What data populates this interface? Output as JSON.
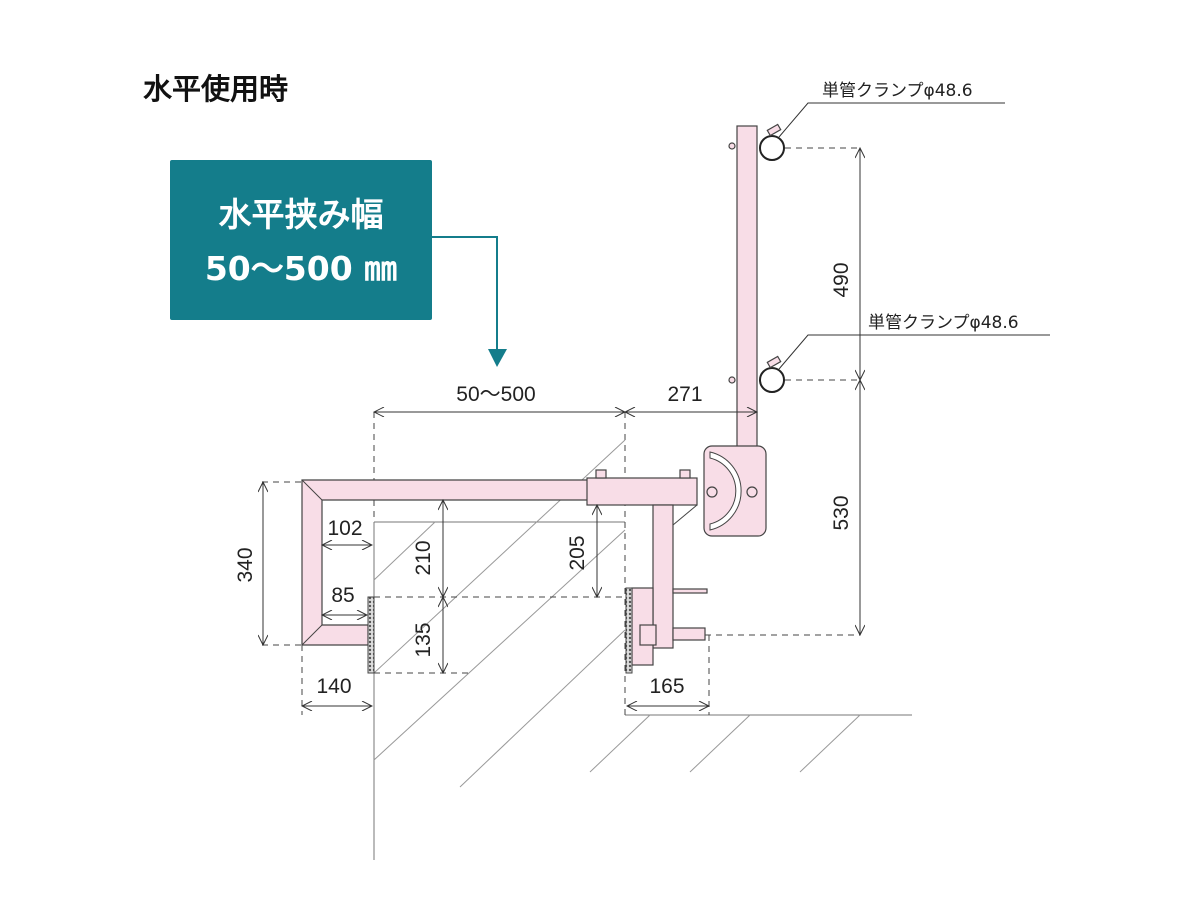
{
  "title": "水平使用時",
  "badge": {
    "line1": "水平挟み幅",
    "line2": "50〜500 ㎜",
    "color": "#147d8b"
  },
  "labels": {
    "clamp_top": "単管クランプφ48.6",
    "clamp_bottom": "単管クランプφ48.6"
  },
  "dimensions": {
    "span": "50〜500",
    "offset": "271",
    "height_total": "340",
    "inner_width": "102",
    "inner_lower": "85",
    "bottom_width": "140",
    "upper_depth": "210",
    "lower_depth": "135",
    "stem_depth": "205",
    "right_width": "165",
    "clamp_spacing": "490",
    "post_height": "530"
  },
  "colors": {
    "part_fill": "#f8dde7",
    "outline": "#444444"
  }
}
